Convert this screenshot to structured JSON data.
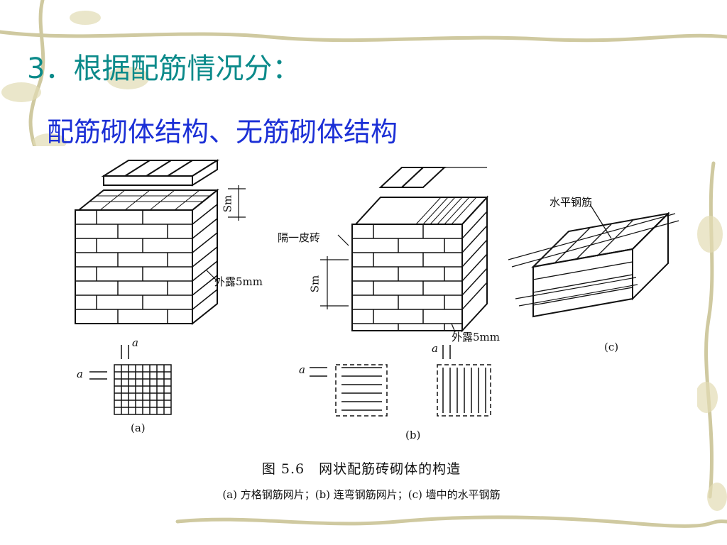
{
  "slide": {
    "title": "3．根据配筋情况分：",
    "subtitle": "配筋砌体结构、无筋砌体结构"
  },
  "figure": {
    "caption": "图 5.6　网状配筋砖砌体的构造",
    "subcaption": "(a) 方格钢筋网片；(b) 连弯钢筋网片；(c) 墙中的水平钢筋",
    "panel_a_label": "(a)",
    "panel_b_label": "(b)",
    "panel_c_label": "(c)",
    "label_exposed_a": "外露5mm",
    "label_exposed_b": "外露5mm",
    "label_skip_course": "隔一皮砖",
    "label_horizontal_rebar": "水平钢筋",
    "label_sm": "Sm",
    "label_a_dim": "a"
  },
  "colors": {
    "title": "#0b8a8a",
    "subtitle": "#1b2fd6",
    "vine": "#b9b48a"
  }
}
